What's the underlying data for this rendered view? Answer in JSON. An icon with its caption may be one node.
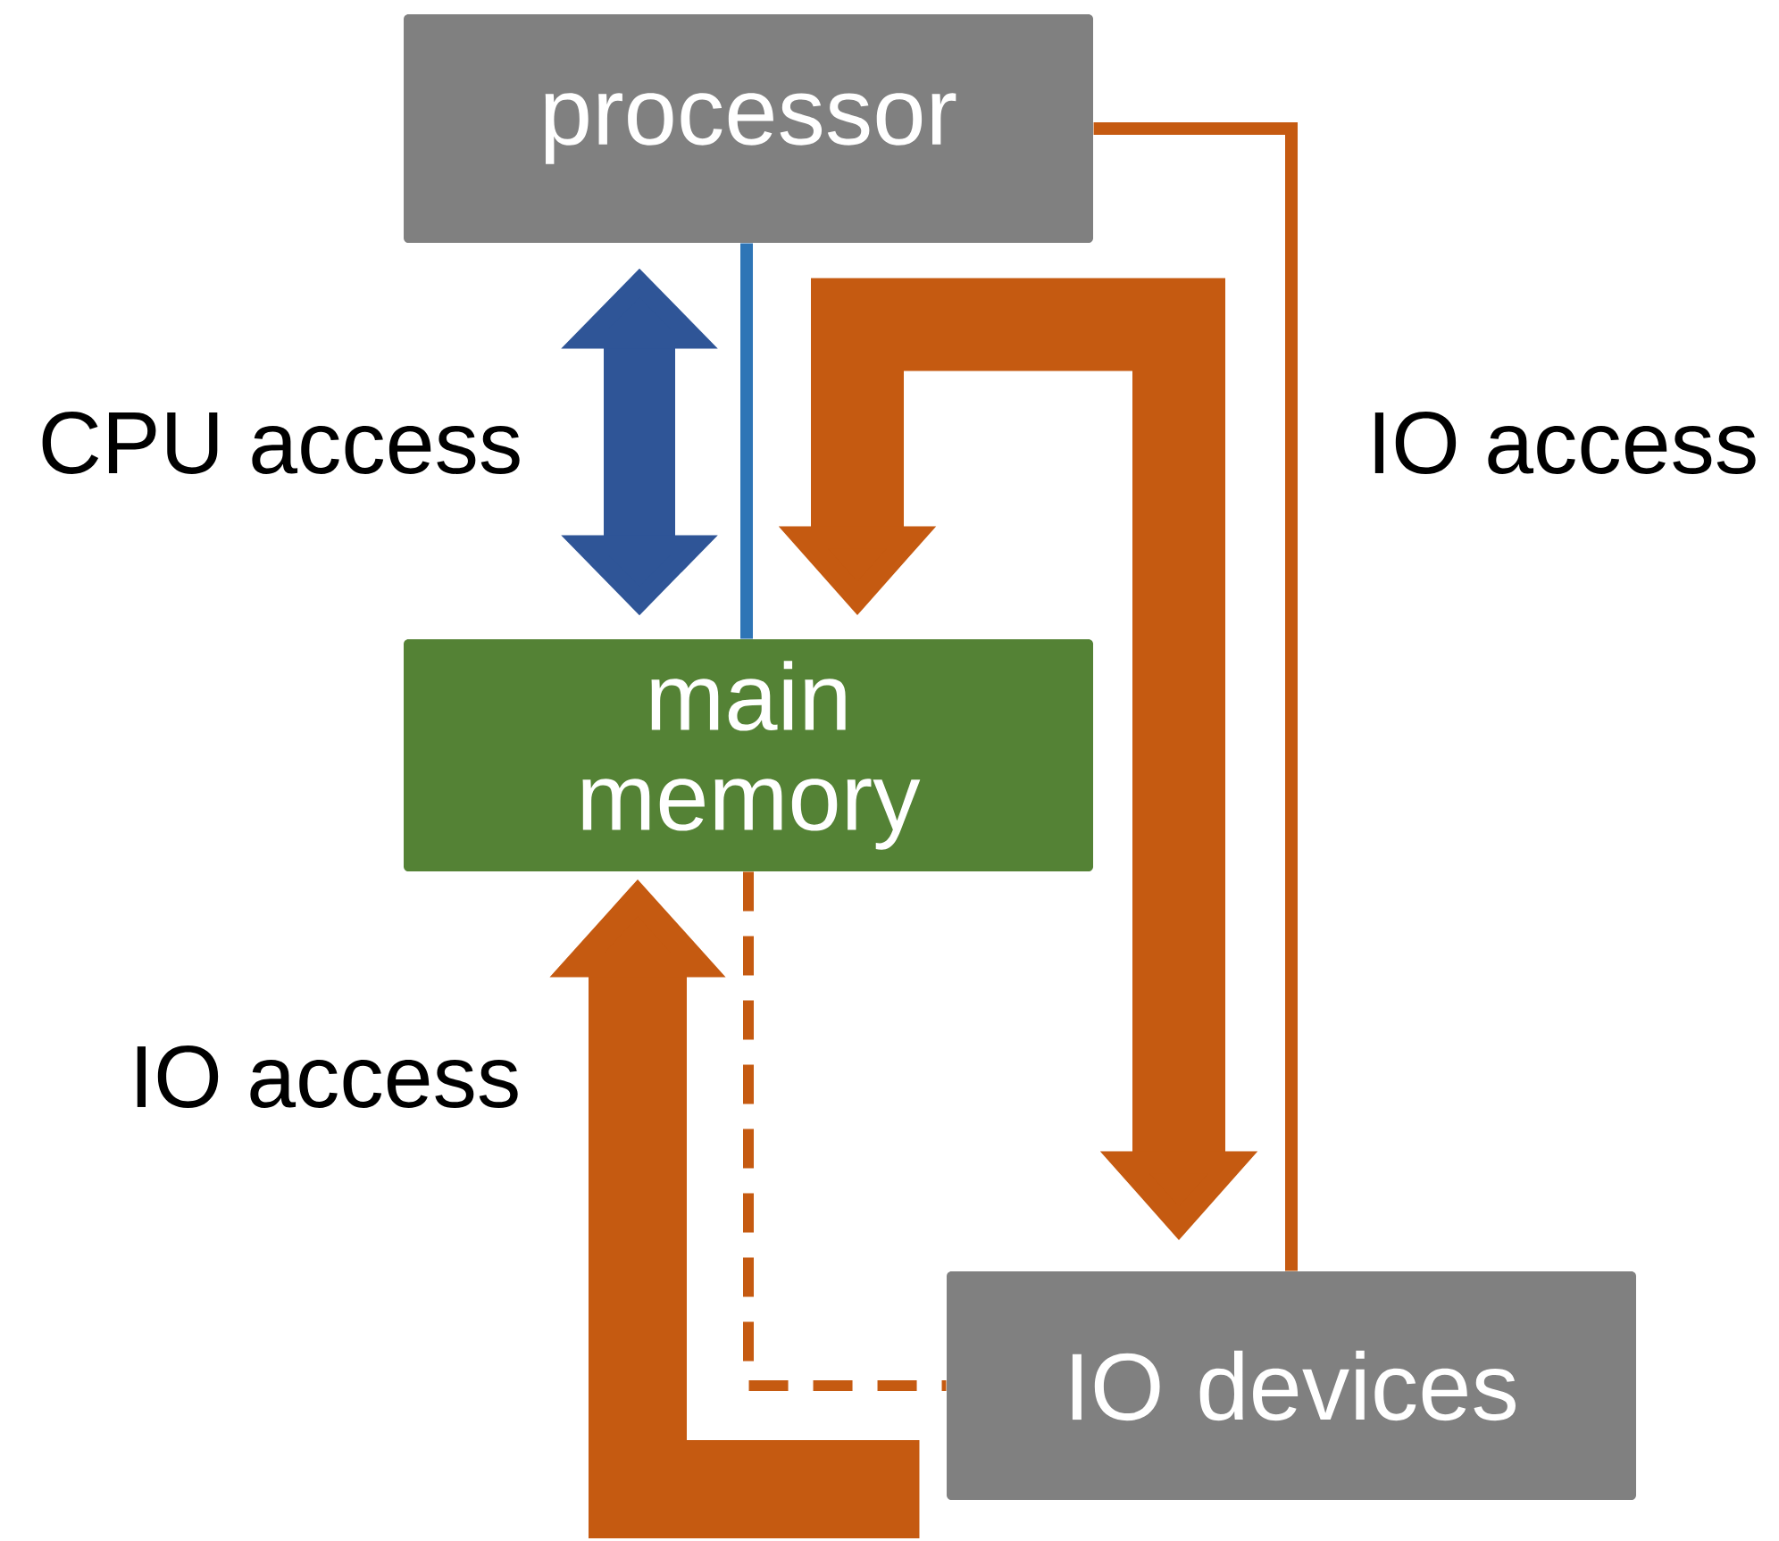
{
  "diagram": {
    "nodes": [
      {
        "text": [
          "processor"
        ]
      },
      {
        "text": [
          "main memory"
        ]
      },
      {
        "text": [
          "IO devices"
        ]
      }
    ],
    "edges": [
      {
        "from": 0,
        "to": 1,
        "arrow": "both",
        "style": "thick",
        "color": "#2f5597",
        "label": "CPU access"
      },
      {
        "from": 0,
        "to": 1,
        "arrow": "none",
        "color": "#2e75b6"
      },
      {
        "from": 1,
        "to": 2,
        "arrow": "both",
        "style": "thick"
      },
      {
        "from": 0,
        "to": 2,
        "arrow": "none",
        "label": "IO access"
      },
      {
        "from": 1,
        "to": 2,
        "arrow": "none",
        "style": "dashed"
      },
      {
        "from": 2,
        "to": 1,
        "arrow": "to",
        "style": "thick",
        "label": "IO access"
      }
    ]
  }
}
